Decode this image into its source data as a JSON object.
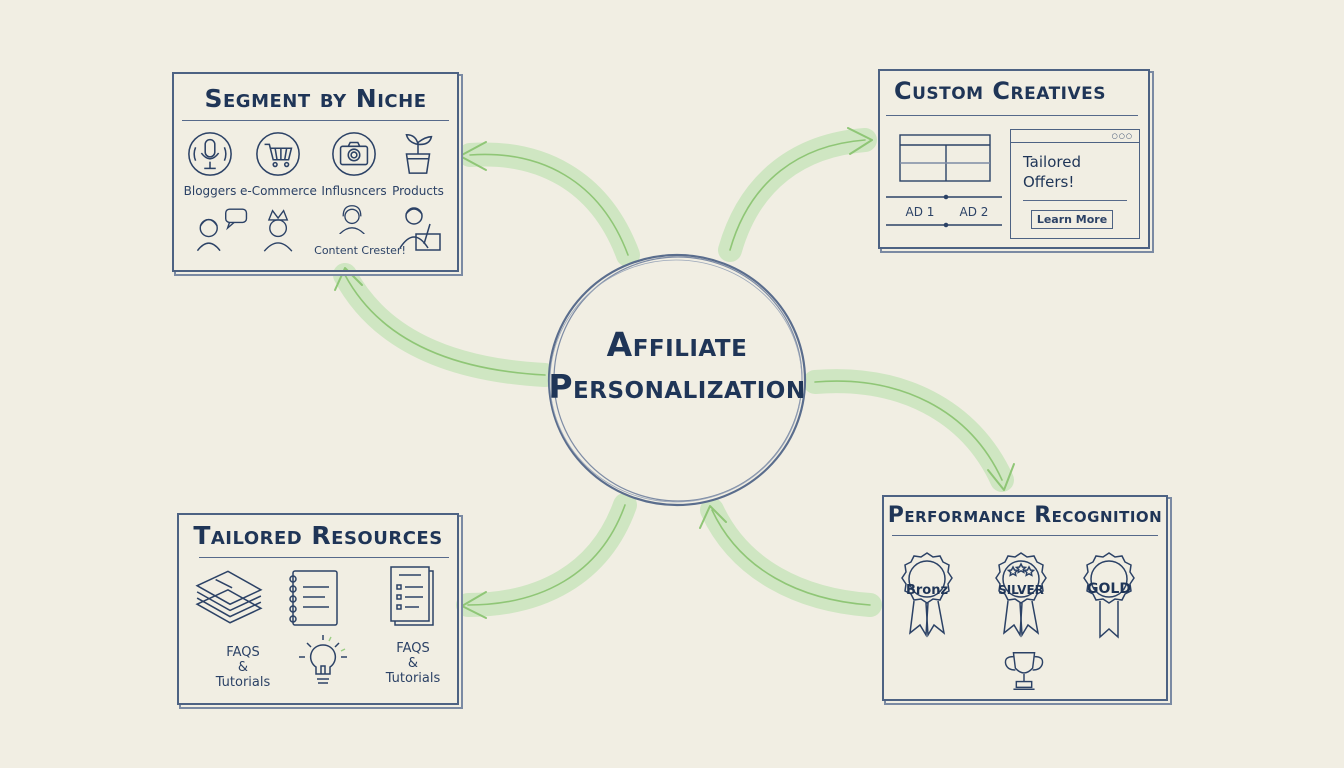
{
  "center": {
    "title_line1": "Affiliate",
    "title_line2": "Personalization"
  },
  "segment": {
    "title": "Segment by Niche",
    "labels": [
      "Bloggers",
      "e-Commerce",
      "Influsncers",
      "Products",
      "Content Crester!"
    ],
    "icons": [
      "microphone-icon",
      "shopping-cart-icon",
      "camera-icon",
      "plant-pot-icon",
      "person-speech-icon",
      "person-crown-icon",
      "person-headset-icon",
      "person-writing-icon"
    ]
  },
  "creatives": {
    "title": "Custom Creatives",
    "ad1": "AD 1",
    "ad2": "AD 2",
    "offer_line1": "Tailored",
    "offer_line2": "Offers!",
    "button": "Learn More"
  },
  "resources": {
    "title": "Tailored Resources",
    "faq1_line1": "FAQS",
    "faq1_line2": "&",
    "faq1_line3": "Tutorials",
    "faq2_line1": "FAQS",
    "faq2_line2": "&",
    "faq2_line3": "Tutorials",
    "icons": [
      "document-stack-icon",
      "notebook-icon",
      "checklist-icon",
      "lightbulb-icon"
    ]
  },
  "performance": {
    "title": "Performance Recognition",
    "medals": [
      "Bronz",
      "SILVER",
      "GOLD"
    ],
    "icons": [
      "bronze-medal-icon",
      "silver-medal-icon",
      "gold-medal-icon",
      "trophy-icon"
    ]
  },
  "colors": {
    "background": "#f1eee3",
    "ink": "#2c4266",
    "arrow_green": "#9ccf84"
  }
}
